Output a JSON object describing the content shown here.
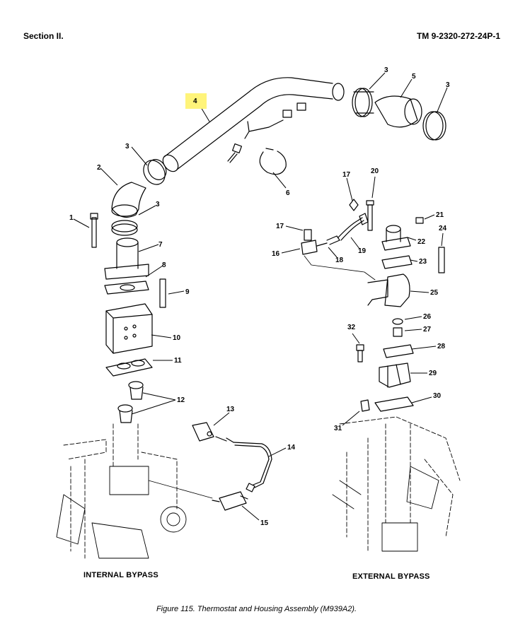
{
  "header": {
    "left": "Section II.",
    "right": "TM 9-2320-272-24P-1"
  },
  "callouts": [
    "1",
    "2",
    "3",
    "3",
    "3",
    "3",
    "4",
    "5",
    "6",
    "7",
    "8",
    "9",
    "10",
    "11",
    "12",
    "13",
    "14",
    "15",
    "16",
    "17",
    "17",
    "18",
    "19",
    "20",
    "21",
    "22",
    "23",
    "24",
    "25",
    "26",
    "27",
    "28",
    "29",
    "30",
    "31",
    "32"
  ],
  "captions": {
    "internal": "INTERNAL BYPASS",
    "external": "EXTERNAL BYPASS"
  },
  "figure_caption": "Figure 115.  Thermostat and Housing Assembly (M939A2).",
  "colors": {
    "highlight": "#fff47a",
    "ink": "#000000"
  }
}
